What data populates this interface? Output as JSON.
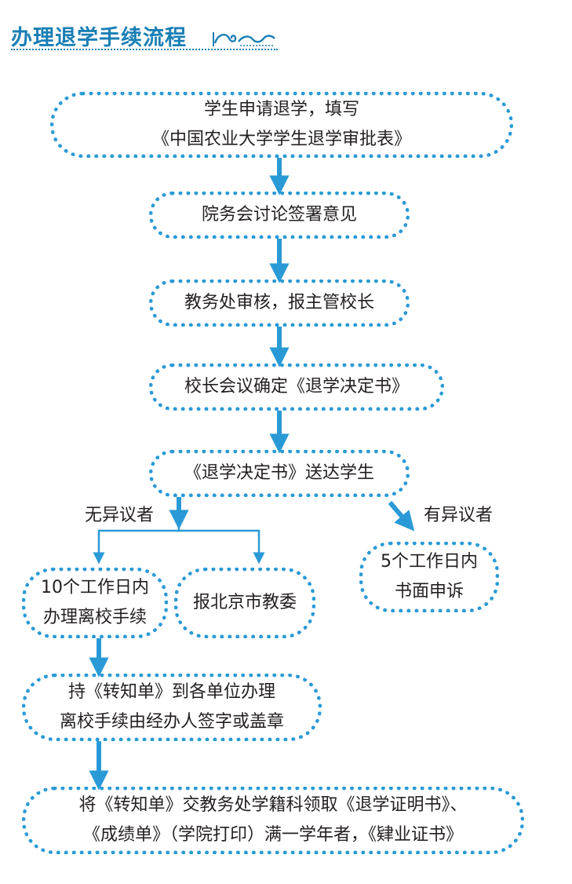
{
  "title": "办理退学手续流程",
  "nodes": {
    "apply": [
      "学生申请退学，填写",
      "《中国农业大学学生退学审批表》"
    ],
    "college_meeting": [
      "院务会讨论签署意见"
    ],
    "academic_review": [
      "教务处审核，报主管校长"
    ],
    "president_meeting": [
      "校长会议确定《退学决定书》"
    ],
    "deliver": [
      "《退学决定书》送达学生"
    ],
    "leave_procedure": [
      "10个工作日内",
      "办理离校手续"
    ],
    "report_commission": [
      "报北京市教委"
    ],
    "appeal": [
      "5个工作日内",
      "书面申诉"
    ],
    "transfer_slip": [
      "持《转知单》到各单位办理",
      "离校手续由经办人签字或盖章"
    ],
    "final_step": [
      "将《转知单》交教务处学籍科领取《退学证明书》、",
      "《成绩单》（学院打印）满一学年者，《肄业证书》"
    ]
  },
  "branches": {
    "no_objection": "无异议者",
    "objection": "有异议者"
  },
  "colors": {
    "accent": "#2a9ad6",
    "title": "#1a7fb5",
    "text": "#231f20"
  }
}
